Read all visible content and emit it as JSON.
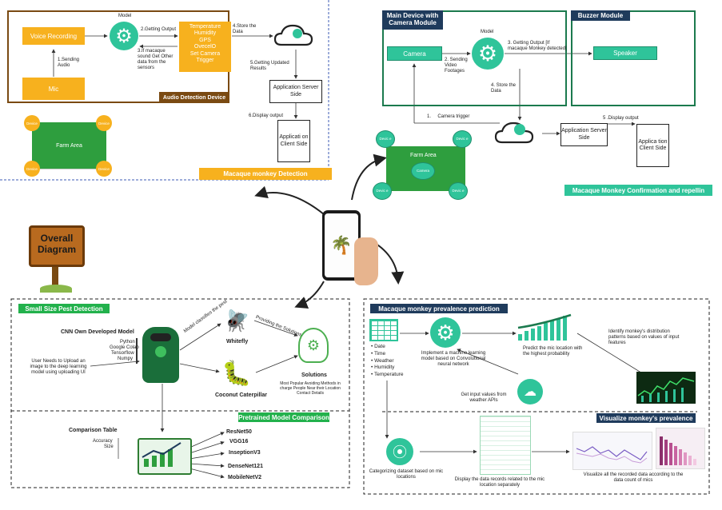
{
  "audio": {
    "voice_recording": "Voice Recording",
    "mic": "Mic",
    "model": "Model",
    "sending_audio": "1.Sending Audio",
    "getting_output": "2.Getting Output",
    "macaque_sound": "3.If macaque sound Get Other data from the sensors",
    "store_data": "4.Store the Data",
    "updated_results": "5.Getting Updated Results",
    "display_output": "6.Display output",
    "sensors": [
      "Temperature",
      "Humidity",
      "GPS",
      "OvecelO",
      "Set Camera",
      "Trigger"
    ],
    "app_server": "Application Server Side",
    "app_client": "Applicati on Client Side",
    "device_label": "Audio Detection Device",
    "farm_area": "Farm Area",
    "device_node": "Device",
    "section_label": "Macaque monkey Detection"
  },
  "confirm": {
    "main_device": "Main Device with Camera Module",
    "buzzer_module": "Buzzer Module",
    "camera": "Camera",
    "speaker": "Speaker",
    "model": "Model",
    "sending_video": "2. Sending Video Footages",
    "getting_output": "3. Getting Output [If macaque Monkey detected]",
    "store_data": "4. Store the Data",
    "camera_trigger": "1.     Camera trigger",
    "display_output": "5 .Display output",
    "app_server": "Application Server Side",
    "app_client": "Applica tion Client Side",
    "farm_area": "Farm Area",
    "farm_camera": "Camera",
    "device_node": "Devic e",
    "section_label": "Macaque Monkey Confirmation and repellin"
  },
  "overall": {
    "sign_line1": "Overall",
    "sign_line2": "Diagram"
  },
  "pest": {
    "section_label": "Small Size Pest Detection",
    "cnn_title": "CNN Own Developed Model",
    "tools": [
      "Python",
      "Google Colab",
      "Tensorflow",
      "Numpy"
    ],
    "upload_text": "User Needs to Upload an image to the deep learning model using uploading UI",
    "classifies": "Model classifies the pest",
    "providing": "Providing the Solutions",
    "whitefly": "Whitefly",
    "caterpillar": "Coconut Caterpillar",
    "solutions": "Solutions",
    "solutions_desc": "Most Popular Avoiding Methods in charge People Near their Location Contact Details",
    "pretrained_label": "Pretrained Model Comparison",
    "comparison_title": "Comparison Table",
    "comparison_items": [
      "Accuracy",
      "Size"
    ],
    "models": [
      "ResNet50",
      "VGG16",
      "InseptionV3",
      "DenseNet121",
      "MobileNetV2"
    ]
  },
  "prevalence": {
    "section_label": "Macaque monkey prevalence prediction",
    "inputs": [
      "Date",
      "Time",
      "Weather",
      "Humidity",
      "Temperature"
    ],
    "ml_text": "Implement a machine learning model based on Convolutional neural network",
    "predict_text": "Predict the mic location with the highest probability",
    "identify_text": "Identify monkey's distribution patterns based on values of input features",
    "weather_text": "Get input values from weather APIs",
    "visualize_label": "Visualize monkey's prevalence",
    "categorizing_text": "Categorizing dataset based on mic locations",
    "display_records": "Display the data records related to the mic location separately",
    "visualize_text": "Visualize all the recorded data according to the data count of mics"
  },
  "colors": {
    "brown": "#7a4a12",
    "orange": "#f7b11e",
    "teal": "#2fc49a",
    "navy": "#1f3b5c",
    "dark_green": "#1b7a4e",
    "pest_green": "#22b14c",
    "farm_green": "#2e9e3e"
  }
}
